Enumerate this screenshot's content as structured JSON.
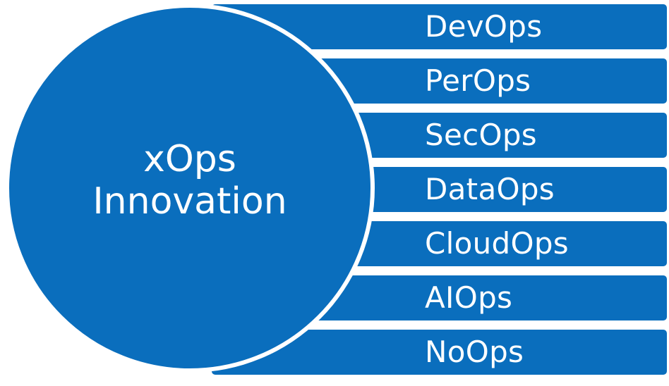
{
  "diagram": {
    "center": {
      "line1": "xOps",
      "line2": "Innovation"
    },
    "items": [
      {
        "label": "DevOps"
      },
      {
        "label": "PerOps"
      },
      {
        "label": "SecOps"
      },
      {
        "label": "DataOps"
      },
      {
        "label": "CloudOps"
      },
      {
        "label": "AIOps"
      },
      {
        "label": "NoOps"
      }
    ]
  },
  "colors": {
    "primary": "#0a6ebd",
    "text": "#ffffff",
    "background": "#ffffff"
  }
}
